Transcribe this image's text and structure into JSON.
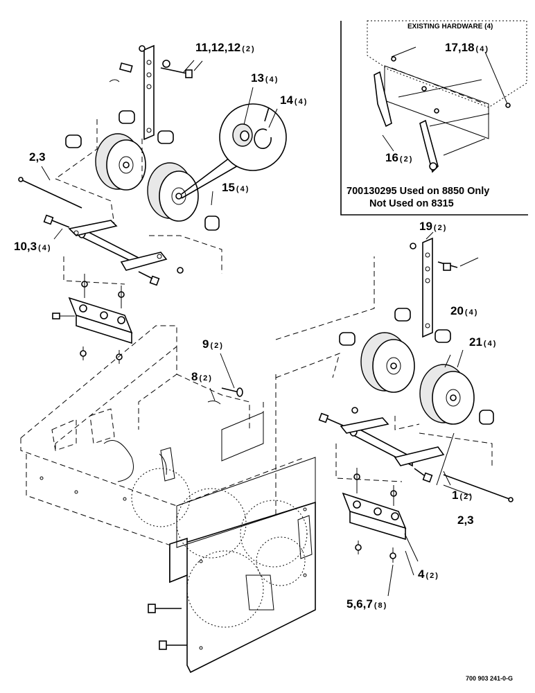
{
  "callouts": [
    {
      "id": "11-12-12",
      "num": "11,12,12",
      "qty": "(2)"
    },
    {
      "id": "13",
      "num": "13",
      "qty": "(4)"
    },
    {
      "id": "14",
      "num": "14",
      "qty": "(4)"
    },
    {
      "id": "2-3-left",
      "num": "2,3",
      "qty": ""
    },
    {
      "id": "15",
      "num": "15",
      "qty": "(4)"
    },
    {
      "id": "10-3",
      "num": "10,3",
      "qty": "(4)"
    },
    {
      "id": "19",
      "num": "19",
      "qty": "(2)"
    },
    {
      "id": "20",
      "num": "20",
      "qty": "(4)"
    },
    {
      "id": "21",
      "num": "21",
      "qty": "(4)"
    },
    {
      "id": "9",
      "num": "9",
      "qty": "(2)"
    },
    {
      "id": "8",
      "num": "8",
      "qty": "(2)"
    },
    {
      "id": "1",
      "num": "1",
      "qty": "(2)"
    },
    {
      "id": "2-3-right",
      "num": "2,3",
      "qty": ""
    },
    {
      "id": "4",
      "num": "4",
      "qty": "(2)"
    },
    {
      "id": "5-6-7",
      "num": "5,6,7",
      "qty": "(8)"
    },
    {
      "id": "17-18",
      "num": "17,18",
      "qty": "(4)"
    },
    {
      "id": "16",
      "num": "16",
      "qty": "(2)"
    }
  ],
  "inset": {
    "existing_hardware": "EXISTING HARDWARE (4)",
    "note_line1": "700130295 Used on 8850 Only",
    "note_line2": "Not Used on 8315"
  },
  "footer": {
    "drawing_number": "700 903 241-0-G"
  }
}
